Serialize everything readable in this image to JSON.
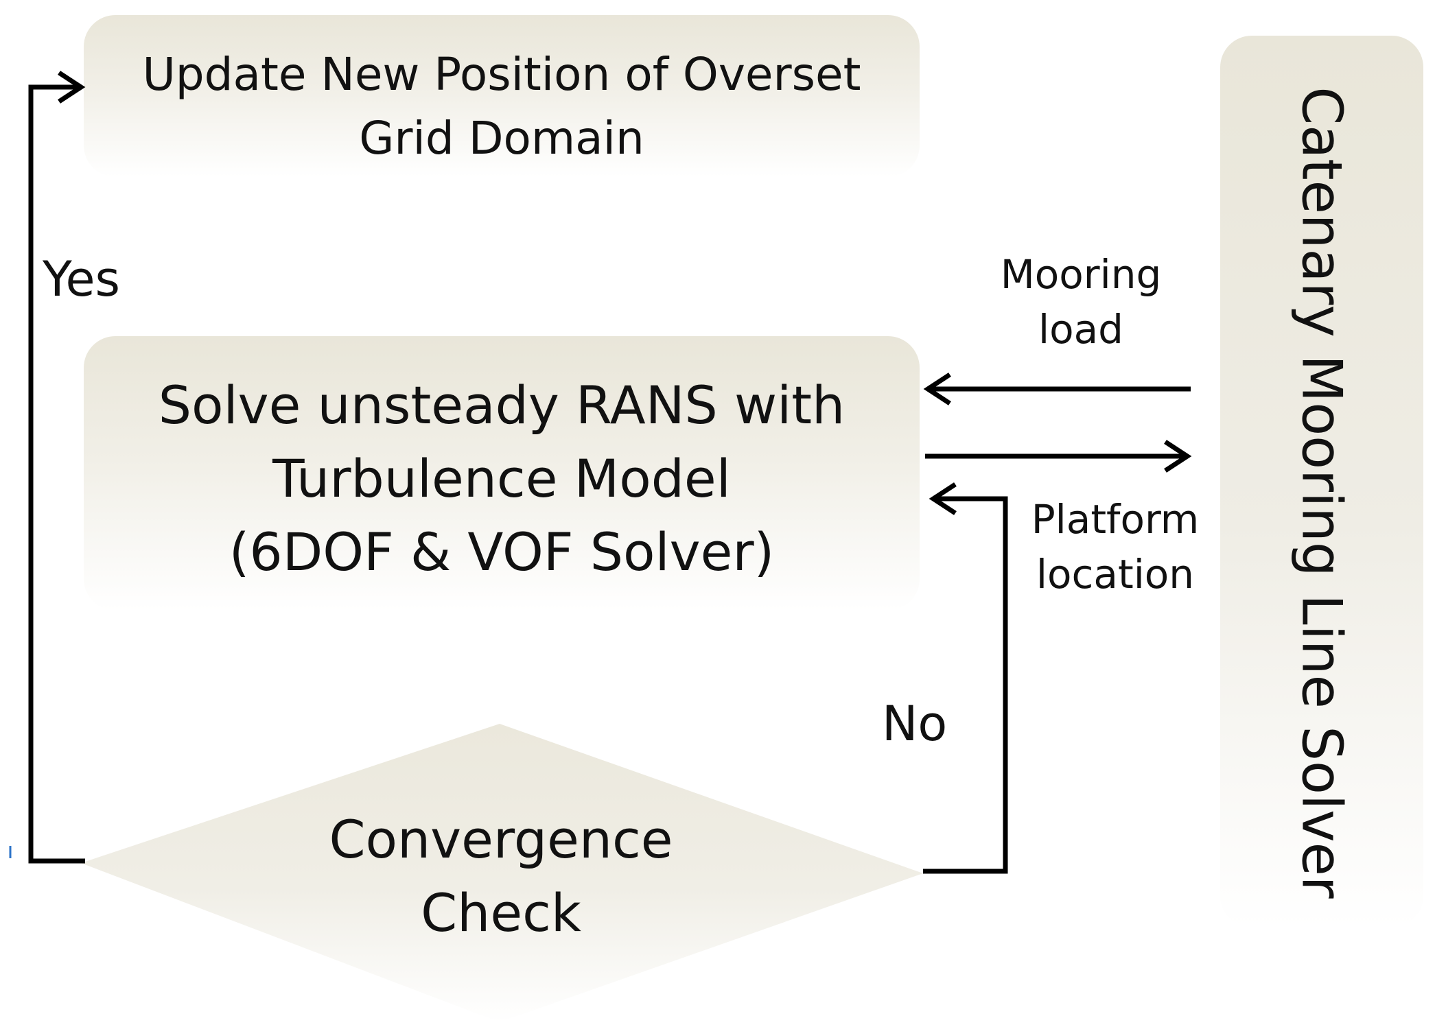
{
  "nodes": {
    "update": {
      "line1": "Update New Position of Overset",
      "line2": "Grid Domain"
    },
    "rans": {
      "line1": "Solve unsteady RANS with",
      "line2": "Turbulence Model",
      "line3": "(6DOF & VOF Solver)"
    },
    "convergence": {
      "line1": "Convergence",
      "line2": "Check"
    },
    "catenary": {
      "label": "Catenary Mooring Line Solver"
    }
  },
  "edges": {
    "yes": "Yes",
    "no": "No",
    "mooring": {
      "line1": "Mooring",
      "line2": "load"
    },
    "platform": {
      "line1": "Platform",
      "line2": "location"
    }
  },
  "colors": {
    "box_fill_top": "#e9e6d9",
    "box_fill_bottom": "#ffffff",
    "arrow": "#000000",
    "stray_mark": "#2b73c8"
  }
}
